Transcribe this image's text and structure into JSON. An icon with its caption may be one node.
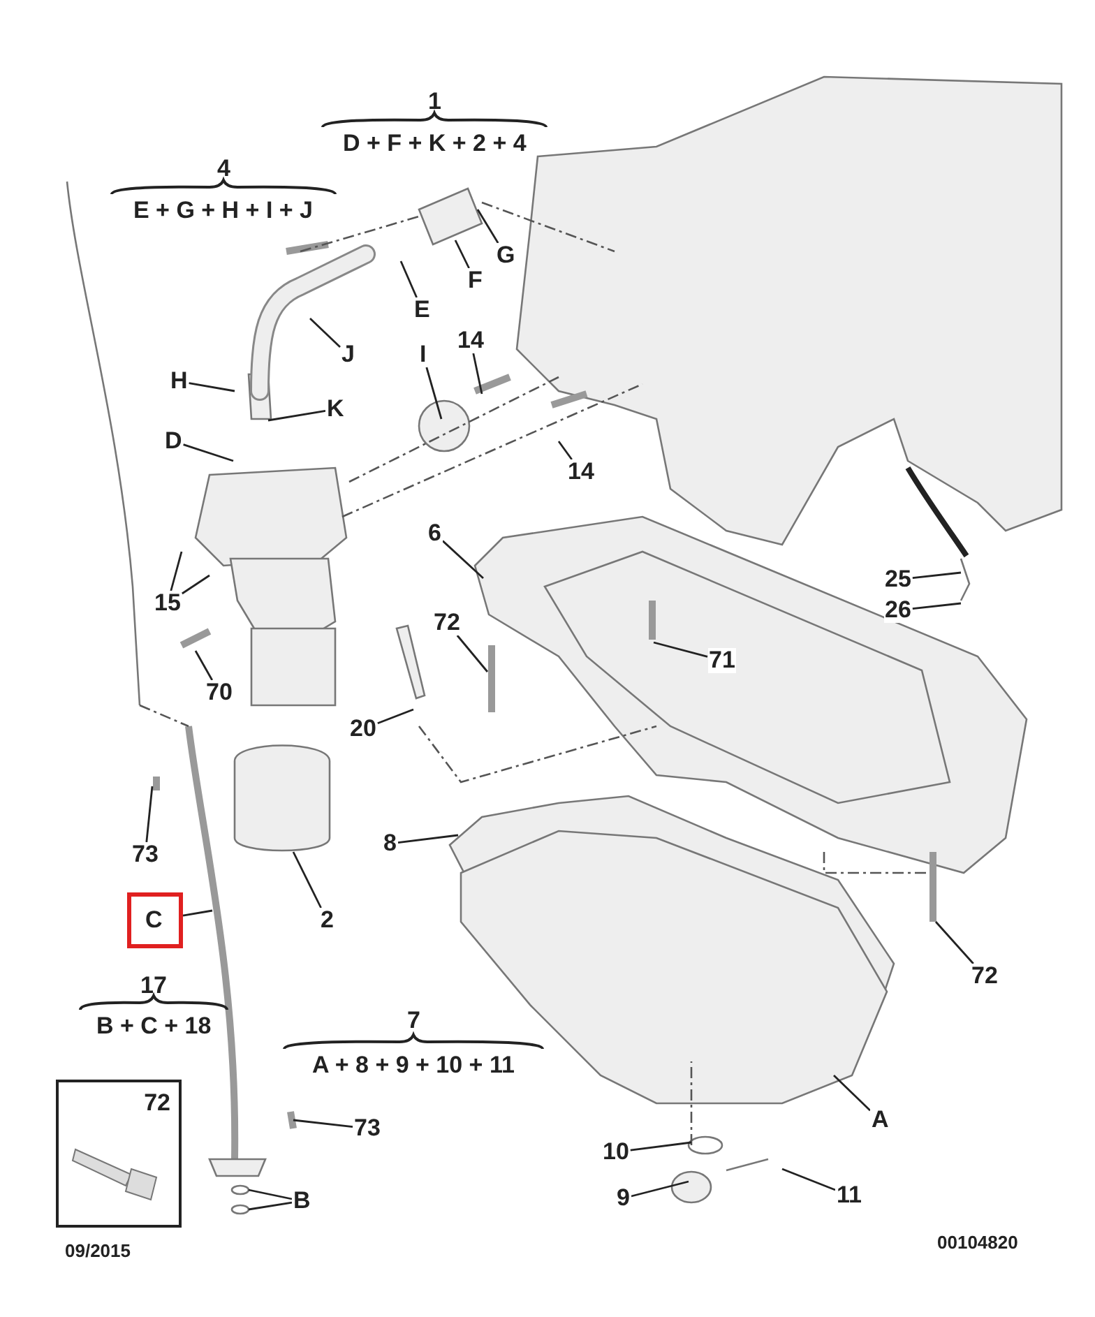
{
  "diagram": {
    "nodes": [
      {
        "text": [
          "G"
        ]
      },
      {
        "text": [
          "F"
        ]
      },
      {
        "text": [
          "E"
        ]
      },
      {
        "text": [
          "J"
        ]
      },
      {
        "text": [
          "14"
        ]
      },
      {
        "text": [
          "I"
        ]
      },
      {
        "text": [
          "H"
        ]
      },
      {
        "text": [
          "K"
        ]
      },
      {
        "text": [
          "D"
        ]
      },
      {
        "text": [
          "14"
        ]
      },
      {
        "text": [
          "6"
        ]
      },
      {
        "text": [
          "15"
        ]
      },
      {
        "text": [
          "25"
        ]
      },
      {
        "text": [
          "26"
        ]
      },
      {
        "text": [
          "72"
        ]
      },
      {
        "text": [
          "71"
        ]
      },
      {
        "text": [
          "70"
        ]
      },
      {
        "text": [
          "20"
        ]
      },
      {
        "text": [
          "73"
        ]
      },
      {
        "text": [
          "8"
        ]
      },
      {
        "text": [
          "C"
        ]
      },
      {
        "text": [
          "2"
        ]
      },
      {
        "text": [
          "72"
        ]
      },
      {
        "text": [
          "73"
        ]
      },
      {
        "text": [
          "A"
        ]
      },
      {
        "text": [
          "10"
        ]
      },
      {
        "text": [
          "B"
        ]
      },
      {
        "text": [
          "9"
        ]
      },
      {
        "text": [
          "11"
        ]
      },
      {
        "text": [
          "72"
        ]
      }
    ],
    "edges": [
      {
        "from": 0,
        "to": null,
        "arrow": "none"
      },
      {
        "from": 1,
        "to": null,
        "arrow": "none"
      },
      {
        "from": 2,
        "to": null,
        "arrow": "none"
      },
      {
        "from": 3,
        "to": null,
        "arrow": "none"
      },
      {
        "from": 4,
        "to": null,
        "arrow": "none"
      },
      {
        "from": 5,
        "to": null,
        "arrow": "none"
      },
      {
        "from": 6,
        "to": null,
        "arrow": "none"
      },
      {
        "from": 7,
        "to": null,
        "arrow": "none"
      },
      {
        "from": 8,
        "to": null,
        "arrow": "none"
      },
      {
        "from": 9,
        "to": null,
        "arrow": "none"
      },
      {
        "from": 10,
        "to": null,
        "arrow": "none"
      },
      {
        "from": 11,
        "to": null,
        "arrow": "none"
      },
      {
        "from": 11,
        "to": null,
        "arrow": "none"
      },
      {
        "from": 12,
        "to": null,
        "arrow": "none"
      },
      {
        "from": 13,
        "to": null,
        "arrow": "none"
      },
      {
        "from": 14,
        "to": null,
        "arrow": "none"
      },
      {
        "from": 15,
        "to": null,
        "arrow": "none"
      },
      {
        "from": 16,
        "to": null,
        "arrow": "none"
      },
      {
        "from": 17,
        "to": null,
        "arrow": "none"
      },
      {
        "from": 18,
        "to": null,
        "arrow": "none"
      },
      {
        "from": 19,
        "to": null,
        "arrow": "none"
      },
      {
        "from": 20,
        "to": null,
        "arrow": "none"
      },
      {
        "from": 21,
        "to": null,
        "arrow": "none"
      },
      {
        "from": 22,
        "to": null,
        "arrow": "none"
      },
      {
        "from": 23,
        "to": null,
        "arrow": "none"
      },
      {
        "from": 24,
        "to": null,
        "arrow": "none"
      },
      {
        "from": 25,
        "to": null,
        "arrow": "none"
      },
      {
        "from": 26,
        "to": null,
        "arrow": "none"
      },
      {
        "from": 26,
        "to": null,
        "arrow": "none"
      },
      {
        "from": 27,
        "to": null,
        "arrow": "none"
      },
      {
        "from": 28,
        "to": null,
        "arrow": "none"
      }
    ],
    "labels": [
      "1",
      "D + F + K + 2 + 4",
      "4",
      "E + G + H + I + J",
      "17",
      "B + C + 18",
      "7",
      "A + 8 + 9 + 10 + 11",
      "09/2015",
      "00104820"
    ]
  }
}
